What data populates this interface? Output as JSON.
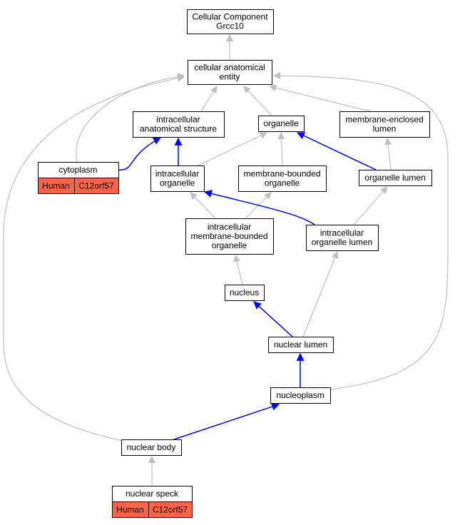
{
  "colors": {
    "gray_edge": "#c0c0c0",
    "blue_edge": "#0000ff",
    "gene_fill": "#ff6347",
    "node_border": "#000000"
  },
  "nodes": {
    "root": [
      "Cellular Component",
      "Grcc10"
    ],
    "cae": [
      "cellular anatomical",
      "entity"
    ],
    "ias": [
      "intracellular",
      "anatomical structure"
    ],
    "organelle": [
      "organelle"
    ],
    "mel": [
      "membrane-enclosed",
      "lumen"
    ],
    "cytoplasm": [
      "cytoplasm"
    ],
    "io": [
      "intracellular",
      "organelle"
    ],
    "mbo": [
      "membrane-bounded",
      "organelle"
    ],
    "ol": [
      "organelle lumen"
    ],
    "imbo": [
      "intracellular",
      "membrane-bounded",
      "organelle"
    ],
    "iol": [
      "intracellular",
      "organelle lumen"
    ],
    "nucleus": [
      "nucleus"
    ],
    "nl": [
      "nuclear lumen"
    ],
    "np": [
      "nucleoplasm"
    ],
    "nb": [
      "nuclear body"
    ],
    "ns": [
      "nuclear speck"
    ]
  },
  "genes": {
    "cytoplasm": [
      "Human",
      "C12orf57"
    ],
    "ns": [
      "Human",
      "C12orf57"
    ]
  },
  "edges": [
    {
      "from": "cae",
      "to": "root",
      "type": "gray"
    },
    {
      "from": "ias",
      "to": "cae",
      "type": "gray"
    },
    {
      "from": "organelle",
      "to": "cae",
      "type": "gray"
    },
    {
      "from": "mel",
      "to": "cae",
      "type": "gray"
    },
    {
      "from": "cytoplasm",
      "to": "cae",
      "type": "gray"
    },
    {
      "from": "nb",
      "to": "cae",
      "type": "gray"
    },
    {
      "from": "np",
      "to": "cae",
      "type": "gray"
    },
    {
      "from": "cytoplasm",
      "to": "ias",
      "type": "blue"
    },
    {
      "from": "io",
      "to": "ias",
      "type": "blue"
    },
    {
      "from": "io",
      "to": "organelle",
      "type": "gray"
    },
    {
      "from": "mbo",
      "to": "organelle",
      "type": "gray"
    },
    {
      "from": "ol",
      "to": "organelle",
      "type": "blue"
    },
    {
      "from": "ol",
      "to": "mel",
      "type": "gray"
    },
    {
      "from": "imbo",
      "to": "io",
      "type": "gray"
    },
    {
      "from": "imbo",
      "to": "mbo",
      "type": "gray"
    },
    {
      "from": "iol",
      "to": "io",
      "type": "blue"
    },
    {
      "from": "iol",
      "to": "ol",
      "type": "gray"
    },
    {
      "from": "nucleus",
      "to": "imbo",
      "type": "gray"
    },
    {
      "from": "nl",
      "to": "nucleus",
      "type": "blue"
    },
    {
      "from": "nl",
      "to": "iol",
      "type": "gray"
    },
    {
      "from": "np",
      "to": "nl",
      "type": "blue"
    },
    {
      "from": "nb",
      "to": "np",
      "type": "blue"
    },
    {
      "from": "ns",
      "to": "nb",
      "type": "gray"
    }
  ]
}
